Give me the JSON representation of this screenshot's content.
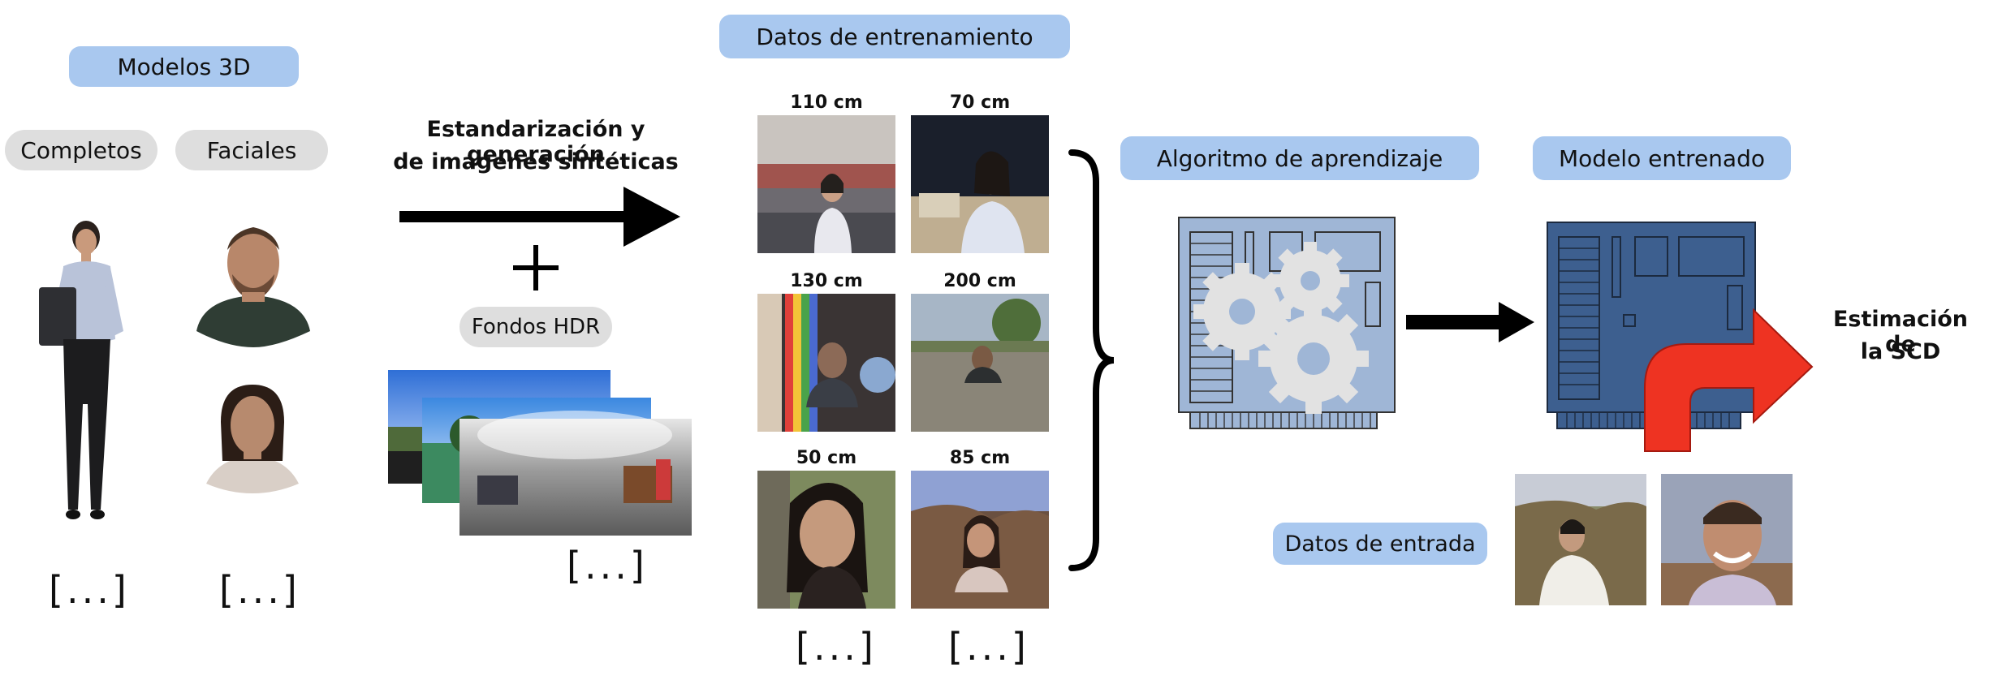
{
  "models": {
    "title": "Modelos 3D",
    "full_label": "Completos",
    "facial_label": "Faciales",
    "ellipsis_full": "[...]",
    "ellipsis_facial": "[...]"
  },
  "process": {
    "line1": "Estandarización y generación",
    "line2": "de imágenes sintéticas",
    "hdr_label": "Fondos HDR",
    "ellipsis_hdr": "[...]"
  },
  "training": {
    "title": "Datos de entrenamiento",
    "distances": [
      "110 cm",
      "70 cm",
      "130 cm",
      "200 cm",
      "50 cm",
      "85 cm"
    ],
    "ellipsis_left": "[...]",
    "ellipsis_right": "[...]"
  },
  "learning": {
    "algorithm_title": "Algoritmo de aprendizaje",
    "model_title": "Modelo entrenado",
    "output_line1": "Estimación de",
    "output_line2": "la SCD",
    "input_label": "Datos de entrada"
  },
  "icons": [
    "person-figure-icon",
    "face-bust-icon",
    "hdr-panorama-icon",
    "gear-icon",
    "chip-board-icon",
    "arrow-right-icon",
    "curved-arrow-icon",
    "brace-icon",
    "plus-icon"
  ],
  "colors": {
    "pill_blue": "#a9c8ef",
    "pill_grey": "#dedede",
    "board_light": "#9fb6d6",
    "board_dark": "#3d5f8f",
    "red_arrow": "#ee3322"
  }
}
